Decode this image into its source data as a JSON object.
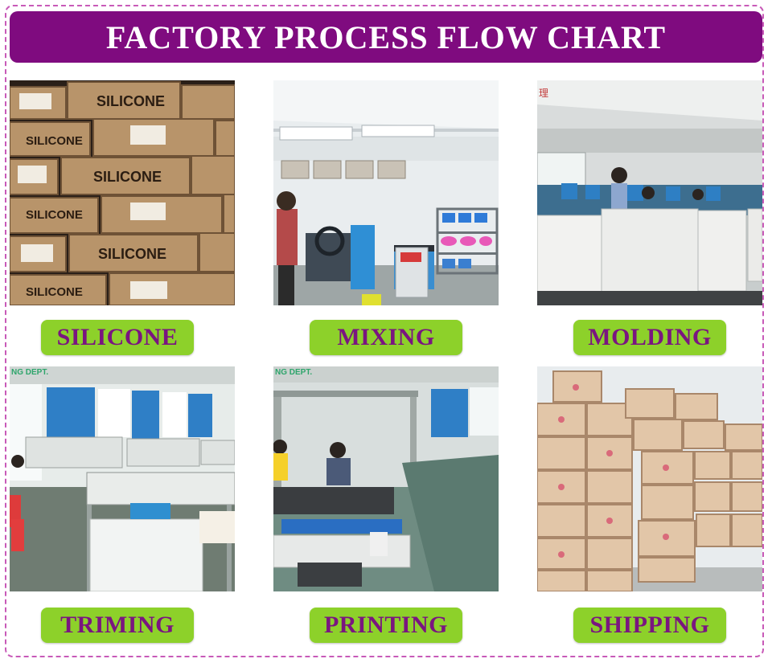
{
  "title": "FACTORY PROCESS FLOW CHART",
  "colors": {
    "title_bg": "#7f0b7f",
    "title_text": "#ffffff",
    "label_bg": "#8dd12a",
    "label_text": "#7a1580",
    "border": "#c85ab8"
  },
  "steps": [
    {
      "label": "SILICONE",
      "box_text": "SILICONE"
    },
    {
      "label": "MIXING"
    },
    {
      "label": "MOLDING"
    },
    {
      "label": "TRIMING"
    },
    {
      "label": "PRINTING"
    },
    {
      "label": "SHIPPING"
    }
  ]
}
